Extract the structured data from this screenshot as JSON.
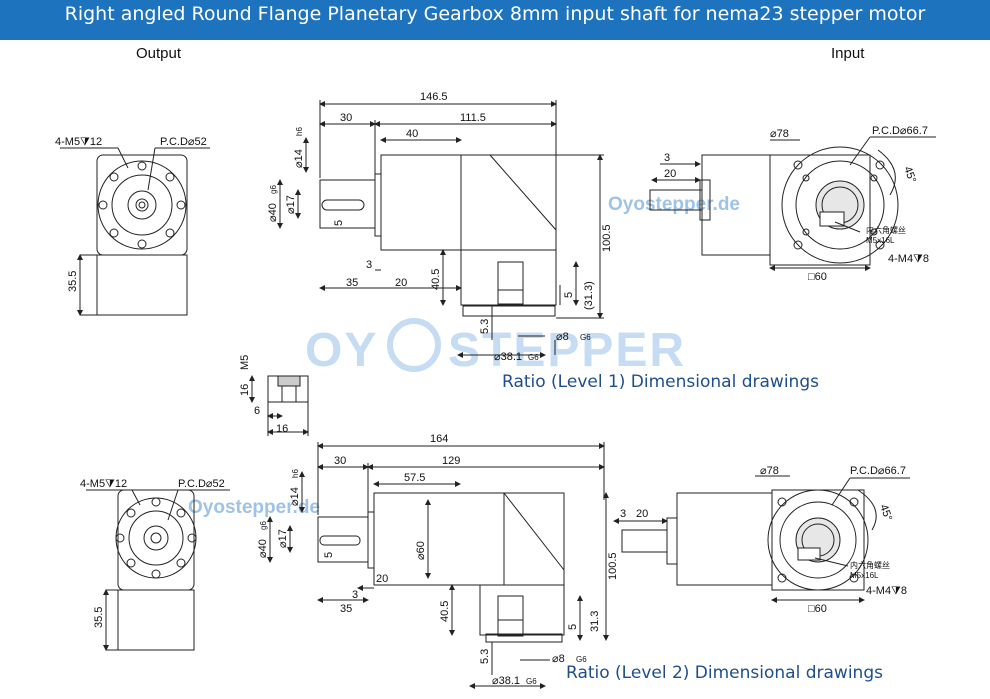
{
  "header": {
    "title": "Right angled Round Flange Planetary Gearbox 8mm input shaft for nema23 stepper motor",
    "background": "#1e73be",
    "text_color": "#ffffff"
  },
  "labels": {
    "output": "Output",
    "input": "Input"
  },
  "captions": {
    "level1": "Ratio (Level 1) Dimensional drawings",
    "level2": "Ratio (Level 2) Dimensional drawings",
    "color": "#1f4e8c"
  },
  "watermark": {
    "logo_text": "OYOSTEPPER",
    "site_text": "Oyostepper.de",
    "color": "#9fc3e7"
  },
  "level1": {
    "output": {
      "thread": "4-M5⧩12",
      "pcd": "P.C.D⌀52",
      "height": "35.5"
    },
    "side": {
      "total": "146.5",
      "d30": "30",
      "d111": "111.5",
      "d40": "40",
      "phi14": "⌀14",
      "phi14_tol": "h6",
      "phi40": "⌀40",
      "phi40_tol": "g6",
      "phi17": "⌀17",
      "key5": "5",
      "d3": "3",
      "d35": "35",
      "d20": "20",
      "d40_5": "40.5",
      "d100_5": "100.5",
      "d5": "5",
      "d31_3": "(31.3)",
      "d5_3": "5.3",
      "phi8": "⌀8",
      "phi8_tol": "G6",
      "phi38": "⌀38.1",
      "phi38_tol": "G6"
    },
    "input": {
      "phi78": "⌀78",
      "pcd": "P.C.D⌀66.7",
      "angle": "45°",
      "d20": "20",
      "d3": "3",
      "screw_cn": "内六角螺丝",
      "screw": "M5x16L",
      "thread": "4-M4⧩8",
      "square": "□60"
    },
    "key": {
      "m5": "M5",
      "d16a": "16",
      "d6": "6",
      "d16b": "16"
    }
  },
  "level2": {
    "output": {
      "thread": "4-M5⧩12",
      "pcd": "P.C.D⌀52",
      "height": "35.5"
    },
    "side": {
      "total": "164",
      "d30": "30",
      "d129": "129",
      "d57": "57.5",
      "phi14": "⌀14",
      "phi14_tol": "h6",
      "phi40": "⌀40",
      "phi40_tol": "g6",
      "phi17": "⌀17",
      "key5": "5",
      "phi60": "⌀60",
      "d3": "3",
      "d35": "35",
      "d20": "20",
      "d40_5": "40.5",
      "d100_5": "100.5",
      "d5": "5",
      "d31_3": "31.3",
      "d5_3": "5.3",
      "phi8": "⌀8",
      "phi8_tol": "G6",
      "phi38": "⌀38.1",
      "phi38_tol": "G6"
    },
    "input": {
      "d3": "3",
      "d20": "20",
      "phi78": "⌀78",
      "pcd": "P.C.D⌀66.7",
      "angle": "45°",
      "screw_cn": "内六角螺丝",
      "screw": "M5x16L",
      "thread": "4-M4⧩8",
      "square": "□60"
    }
  }
}
